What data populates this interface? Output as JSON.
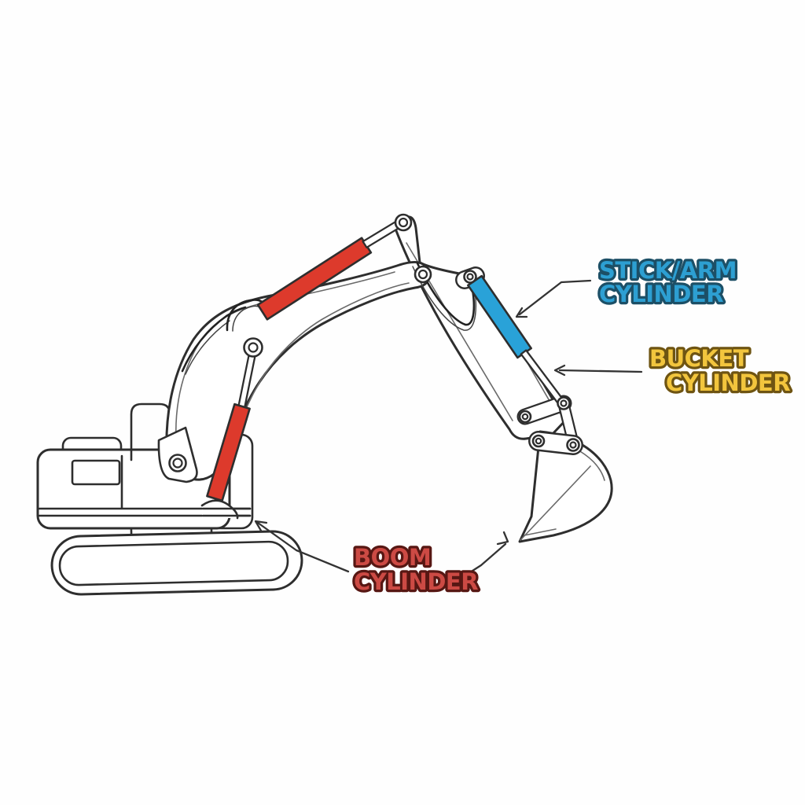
{
  "page": {
    "background": "#fefefe"
  },
  "diagram": {
    "subject": "Excavator hydraulic cylinders diagram",
    "style": "outline line-art with color-highlighted cylinders",
    "line_color": "#2e2e2e",
    "cylinder_colors": {
      "red": "#dd3a2c",
      "blue": "#29a2d8"
    }
  },
  "labels": {
    "stick_arm": {
      "line1": "STICK/ARM",
      "line2": "CYLINDER",
      "fill": "#2d9fd2",
      "outline": "#1c4f66"
    },
    "bucket": {
      "line1": "BUCKET",
      "line2": "CYLINDER",
      "fill": "#f2c53d",
      "outline": "#6e5412"
    },
    "boom": {
      "line1": "BOOM",
      "line2": "CYLINDER",
      "fill": "#cc4a44",
      "outline": "#571713"
    }
  }
}
